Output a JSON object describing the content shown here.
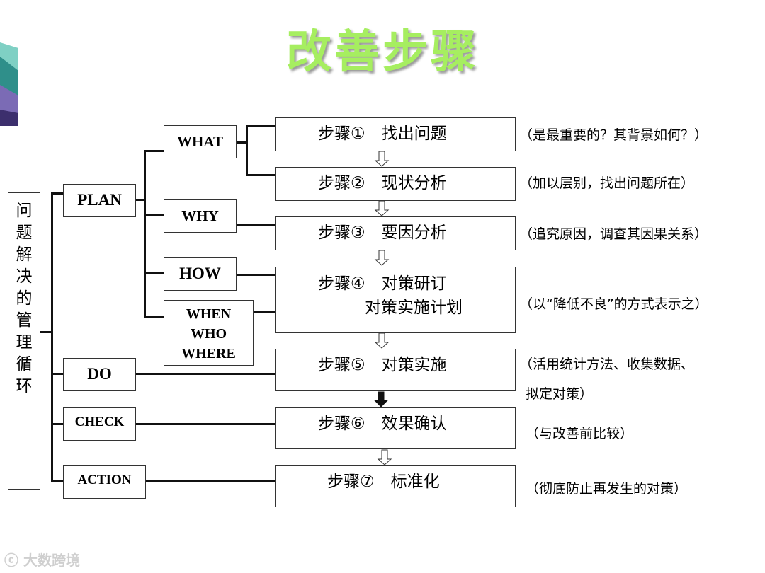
{
  "title": "改善步骤",
  "side_label_chars": [
    "问",
    "题",
    "解",
    "决",
    "的",
    "管",
    "理",
    "循",
    "环"
  ],
  "categories": {
    "plan": "PLAN",
    "do": "DO",
    "check": "CHECK",
    "action": "ACTION"
  },
  "subcategories": {
    "what": "WHAT",
    "why": "WHY",
    "how": "HOW",
    "when": "WHEN",
    "who": "WHO",
    "where": "WHERE"
  },
  "steps": [
    {
      "label": "步骤①　找出问题"
    },
    {
      "label": "步骤②　现状分析"
    },
    {
      "label": "步骤③　要因分析"
    },
    {
      "label": "步骤④　对策研订",
      "label2": "对策实施计划"
    },
    {
      "label": "步骤⑤　对策实施"
    },
    {
      "label": "步骤⑥　效果确认"
    },
    {
      "label": "步骤⑦　标准化"
    }
  ],
  "notes": [
    "（是最重要的？其背景如何？）",
    "（加以层别，找出问题所在）",
    "（追究原因，调查其因果关系）",
    "（以“降低不良”的方式表示之）",
    "（活用统计方法、收集数据、",
    "拟定对策）",
    "（与改善前比较）",
    "（彻底防止再发生的对策）"
  ],
  "watermark": "大数跨境",
  "colors": {
    "title": "#a6ee60",
    "line": "#111111",
    "corner_teal": "#2f8f8a",
    "corner_purple": "#7b6bb5"
  }
}
